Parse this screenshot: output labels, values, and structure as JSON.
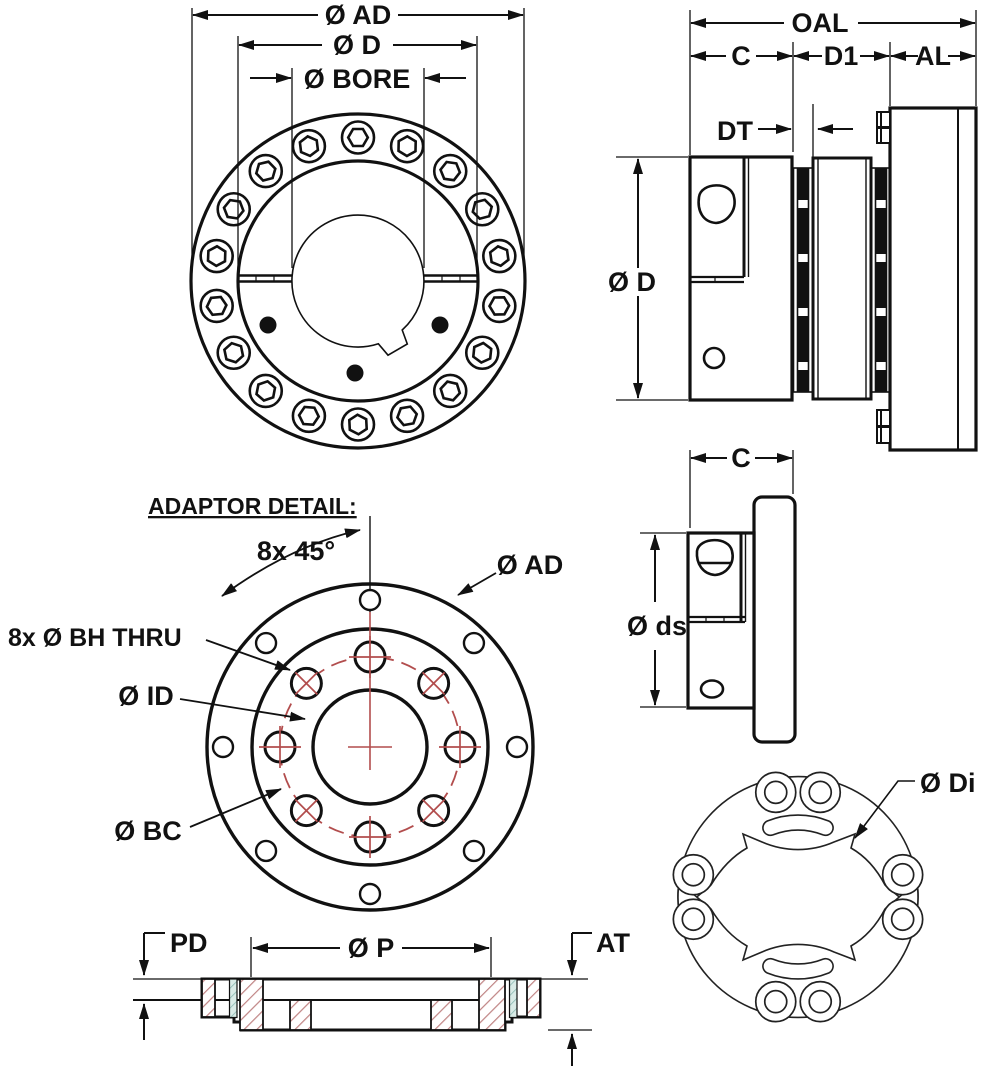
{
  "drawing": {
    "colors": {
      "line": "#111111",
      "red": "#b23232",
      "red_line": "#b24d4d",
      "hatch_red": "#c08484",
      "teal_fill": "#d9ebe7",
      "teal_line": "#8bb9b2"
    },
    "front_view": {
      "dim_ad": "Ø AD",
      "dim_d": "Ø D",
      "dim_bore": "Ø BORE",
      "bolt_count": 18
    },
    "side_view": {
      "dim_oal": "OAL",
      "dim_c": "C",
      "dim_d1": "D1",
      "dim_al": "AL",
      "dim_dt": "DT",
      "dim_d": "Ø D"
    },
    "adaptor_detail": {
      "title": "ADAPTOR DETAIL:",
      "angle_note": "8x 45°",
      "dim_ad": "Ø AD",
      "hole_note": "8x Ø BH THRU",
      "dim_id": "Ø ID",
      "dim_bc": "Ø BC",
      "hole_count": 8
    },
    "hub_view": {
      "dim_c": "C",
      "dim_ds": "Ø ds"
    },
    "disc_view": {
      "dim_di": "Ø Di",
      "grommet_count": 8
    },
    "section_view": {
      "dim_pd": "PD",
      "dim_p": "Ø P",
      "dim_at": "AT"
    }
  }
}
